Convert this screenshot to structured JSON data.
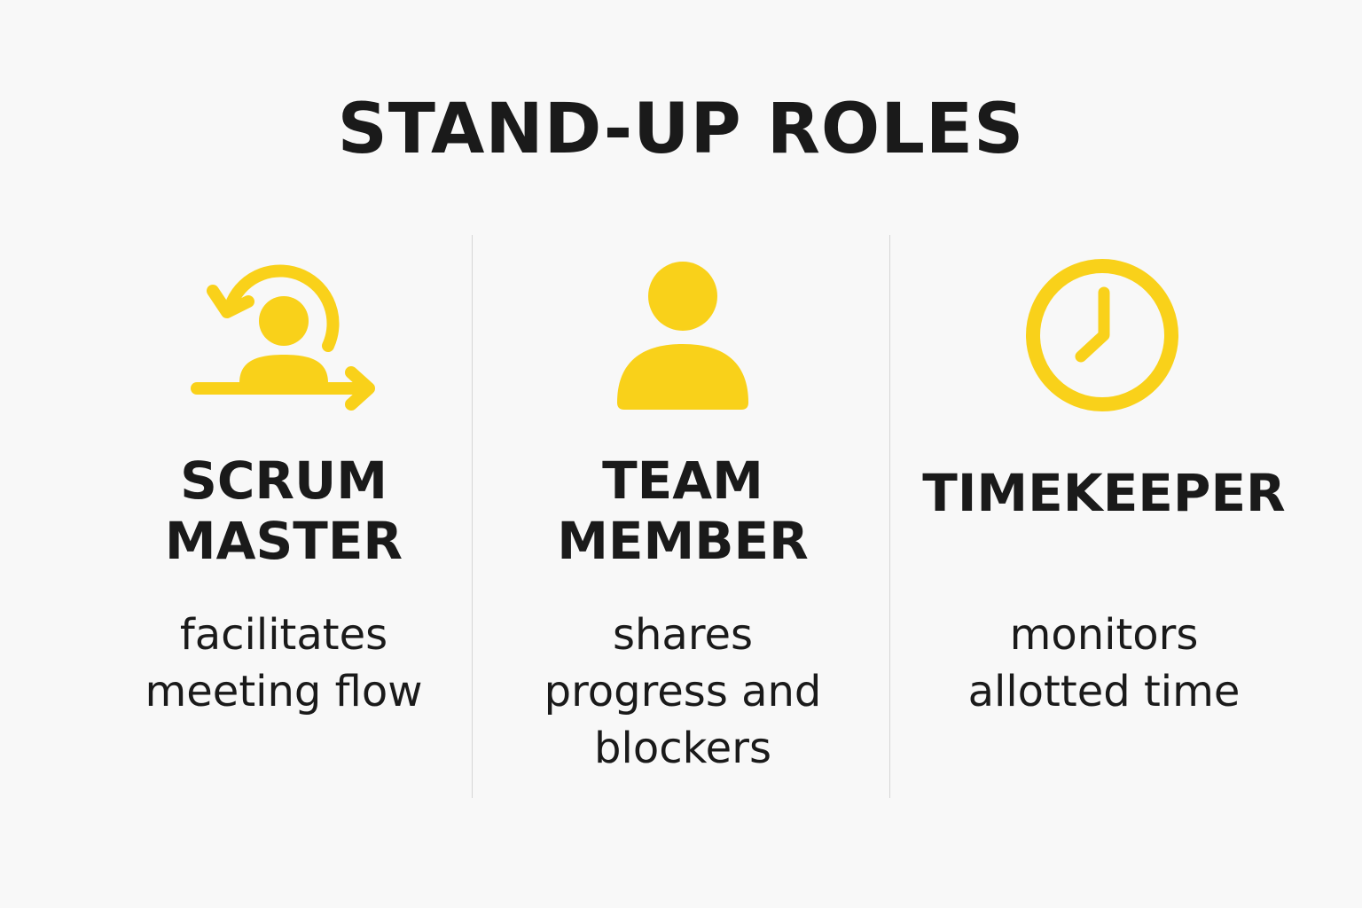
{
  "title": "STAND-UP ROLES",
  "accent_color": "#f9d11a",
  "roles": [
    {
      "icon": "scrum-cycle-person-icon",
      "name_lines": [
        "SCRUM",
        "MASTER"
      ],
      "description_lines": [
        "facilitates",
        "meeting flow"
      ]
    },
    {
      "icon": "person-icon",
      "name_lines": [
        "TEAM",
        "MEMBER"
      ],
      "description_lines": [
        "shares",
        "progress and",
        "blockers"
      ]
    },
    {
      "icon": "clock-icon",
      "name_lines": [
        "TIMEKEEPER"
      ],
      "description_lines": [
        "monitors",
        "allotted time"
      ]
    }
  ]
}
